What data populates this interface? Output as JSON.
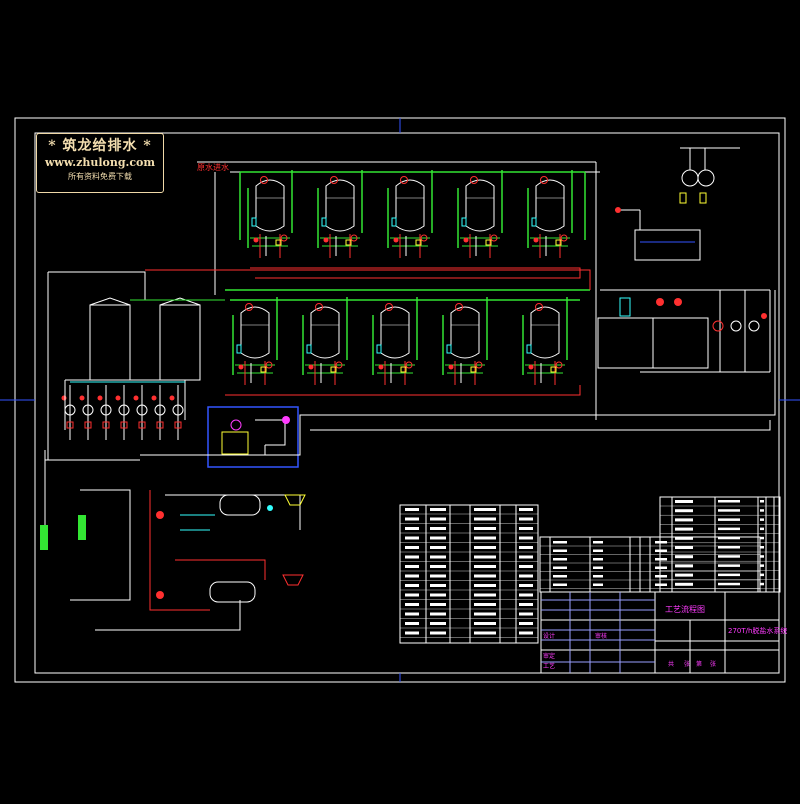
{
  "logo": {
    "title": "* 筑龙给排水 *",
    "url": "www.zhulong.com",
    "subtitle": "所有资料免费下载"
  },
  "drawing": {
    "inlet_label": "原水进水",
    "title_block": {
      "drawing_name": "工艺流程图",
      "project_name": "270T/h脱盐水系统",
      "row_labels": [
        "设计",
        "审核",
        "工艺",
        "审定"
      ],
      "bottom_labels": [
        "共",
        "张",
        "第",
        "张"
      ],
      "colors": {
        "name": "#ff3bff",
        "frame": "#ffffff",
        "grid": "#9aa0ff"
      }
    }
  },
  "colors": {
    "background": "#000000",
    "frame": "#ffffff",
    "pipe_green": "#33e633",
    "pipe_red": "#ff3030",
    "vessel_white": "#ffffff",
    "valve_yellow": "#ffff33",
    "tag_magenta": "#ff3bff",
    "instrument_cyan": "#33ffff",
    "dim_blue": "#3355ff"
  }
}
